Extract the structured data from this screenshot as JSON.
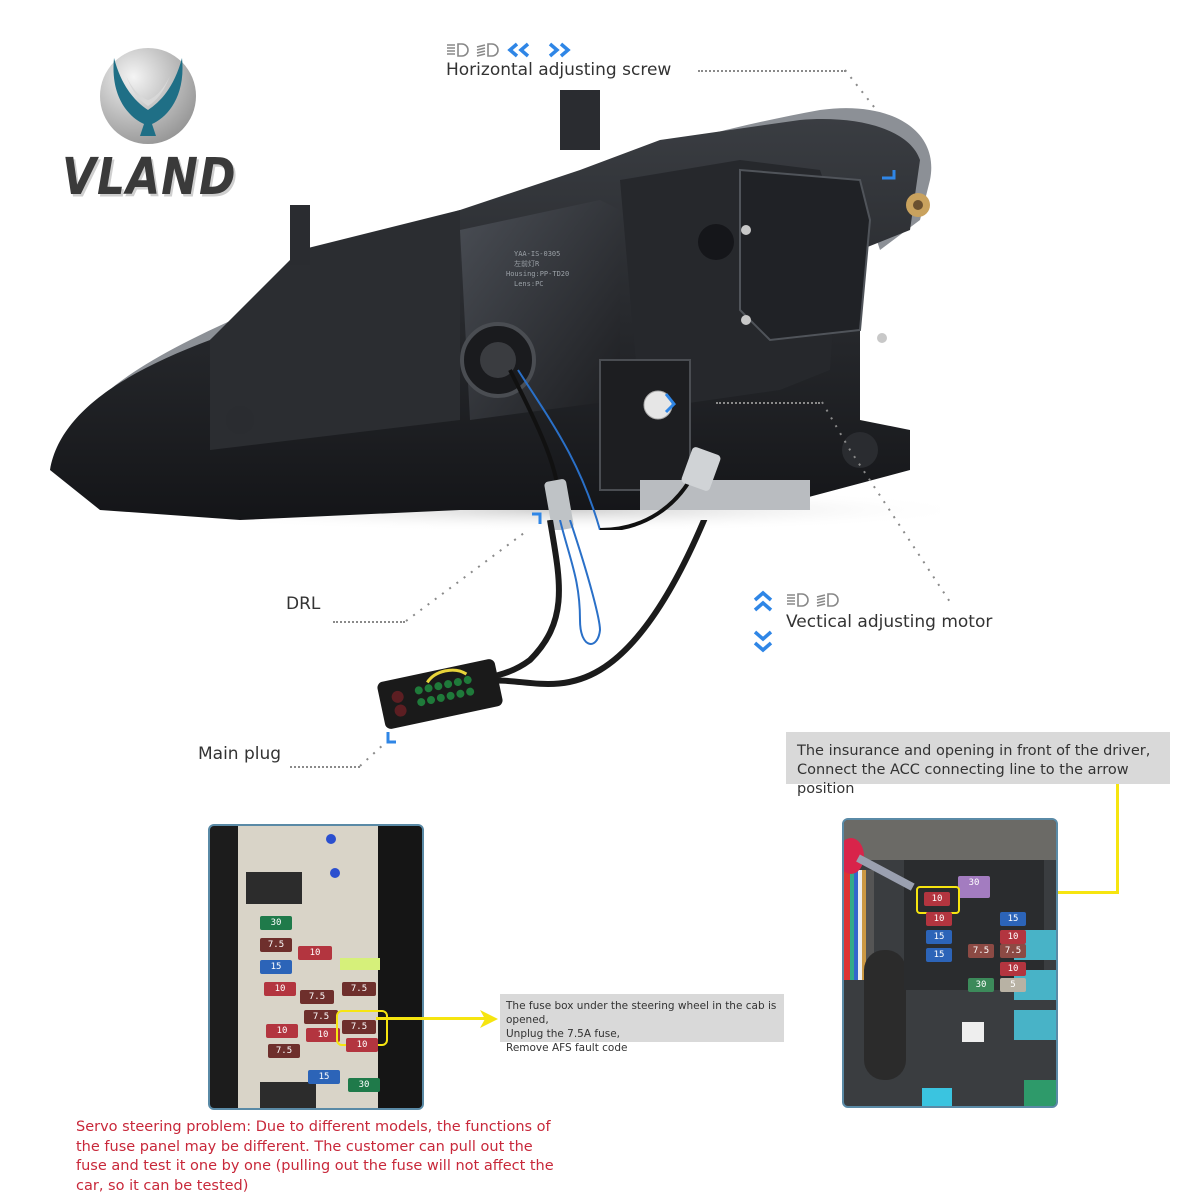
{
  "brand": {
    "name": "VLAND",
    "accent_teal": "#1f6f86",
    "silver": "#b9b9b9"
  },
  "callouts": {
    "horizontal": {
      "label": "Horizontal adjusting screw",
      "icons": [
        "low-beam-icon",
        "high-beam-icon",
        "chevrons-left-icon",
        "chevrons-right-icon"
      ]
    },
    "vertical": {
      "label": "Vectical adjusting motor",
      "icons": [
        "chevrons-up-icon",
        "chevrons-down-icon",
        "low-beam-icon",
        "high-beam-icon"
      ]
    },
    "drl": {
      "label": "DRL"
    },
    "main_plug": {
      "label": "Main plug"
    }
  },
  "headlight": {
    "housing_text": [
      "YAA-IS-0305",
      "左前灯R",
      "Housing:PP-TD20",
      "Lens:PC"
    ]
  },
  "acc_box": {
    "line1": "The insurance and opening in front of the driver,",
    "line2": "Connect the ACC connecting line to the arrow position"
  },
  "fuse_box": {
    "line1": "The fuse box under the steering wheel in the cab is opened,",
    "line2": "Unplug the 7.5A fuse,",
    "line3": "Remove AFS fault code"
  },
  "left_photo_fuses": {
    "col1": [
      "30",
      "7.5",
      "15",
      "10",
      "",
      "10",
      "7.5"
    ],
    "col2": [
      "10",
      "",
      "7.5",
      "7.5",
      "10",
      "",
      "15"
    ],
    "col3": [
      "",
      "7.5",
      "7.5",
      "10",
      "",
      "30"
    ],
    "highlighted": "7.5"
  },
  "right_photo_fuses": {
    "highlighted": "10",
    "big_fuse": "30",
    "col1": [
      "10",
      "10",
      "15",
      "15"
    ],
    "col2": [
      "7.5",
      "30"
    ],
    "col3": [
      "15",
      "10",
      "7.5",
      "10",
      "5"
    ]
  },
  "note": {
    "text": "Servo steering problem: Due to different models, the functions of the fuse panel may be different. The customer can pull out the fuse and test it one by one (pulling out the fuse will not affect the car, so it can be tested)"
  },
  "colors": {
    "arrow_blue": "#2f86e6",
    "highlight_yellow": "#f6e510",
    "note_red": "#c8283a",
    "box_gray": "#d9d9d9"
  }
}
